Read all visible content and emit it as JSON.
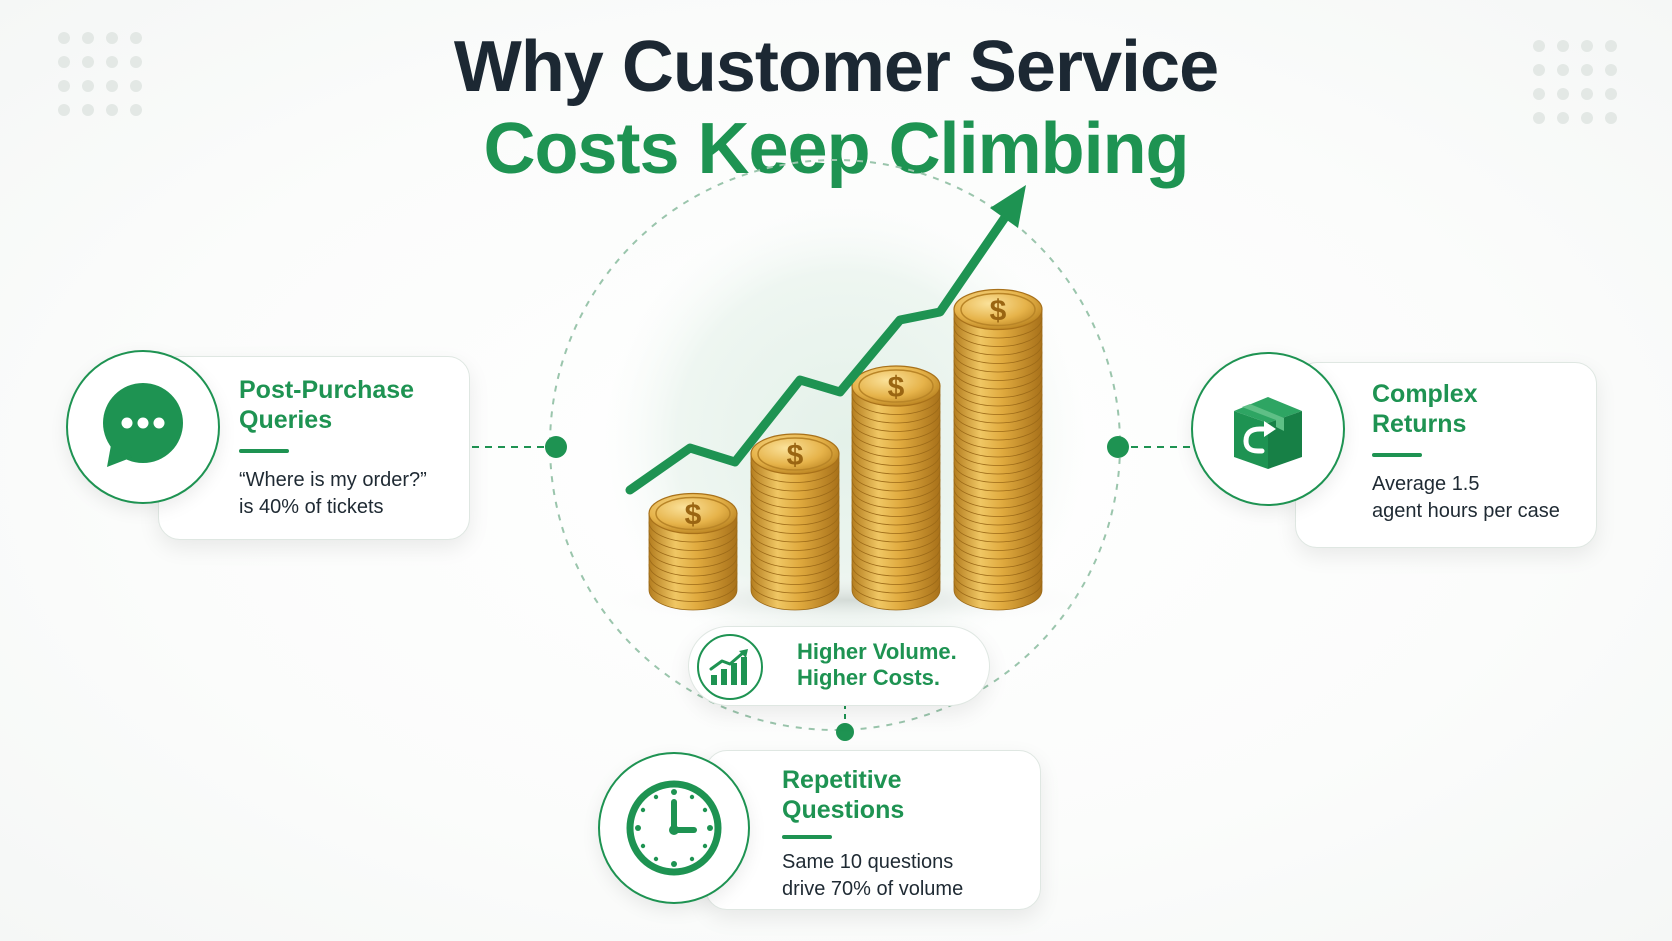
{
  "title": {
    "line1": "Why Customer Service",
    "line2": "Costs Keep Climbing"
  },
  "colors": {
    "brand_green": "#1e9352",
    "title_dark": "#1c2833",
    "coin_gold": "#d9a53a"
  },
  "center": {
    "badge_line1": "Higher Volume.",
    "badge_line2": "Higher Costs.",
    "badge_icon": "bar-chart-growth-icon",
    "illustration": "coin-stacks-with-rising-arrow",
    "stack_levels": [
      1,
      2,
      3,
      4
    ]
  },
  "cards": {
    "post_purchase": {
      "icon": "chat-bubble-icon",
      "title_line1": "Post-Purchase",
      "title_line2": "Queries",
      "text_line1": "“Where is my order?”",
      "text_line2": "is 40% of tickets"
    },
    "returns": {
      "icon": "return-box-icon",
      "title_line1": "Complex",
      "title_line2": "Returns",
      "text_line1": "Average 1.5",
      "text_line2": "agent hours per case"
    },
    "repetitive": {
      "icon": "clock-icon",
      "title_line1": "Repetitive",
      "title_line2": "Questions",
      "text_line1": "Same 10 questions",
      "text_line2": "drive 70% of volume"
    }
  }
}
